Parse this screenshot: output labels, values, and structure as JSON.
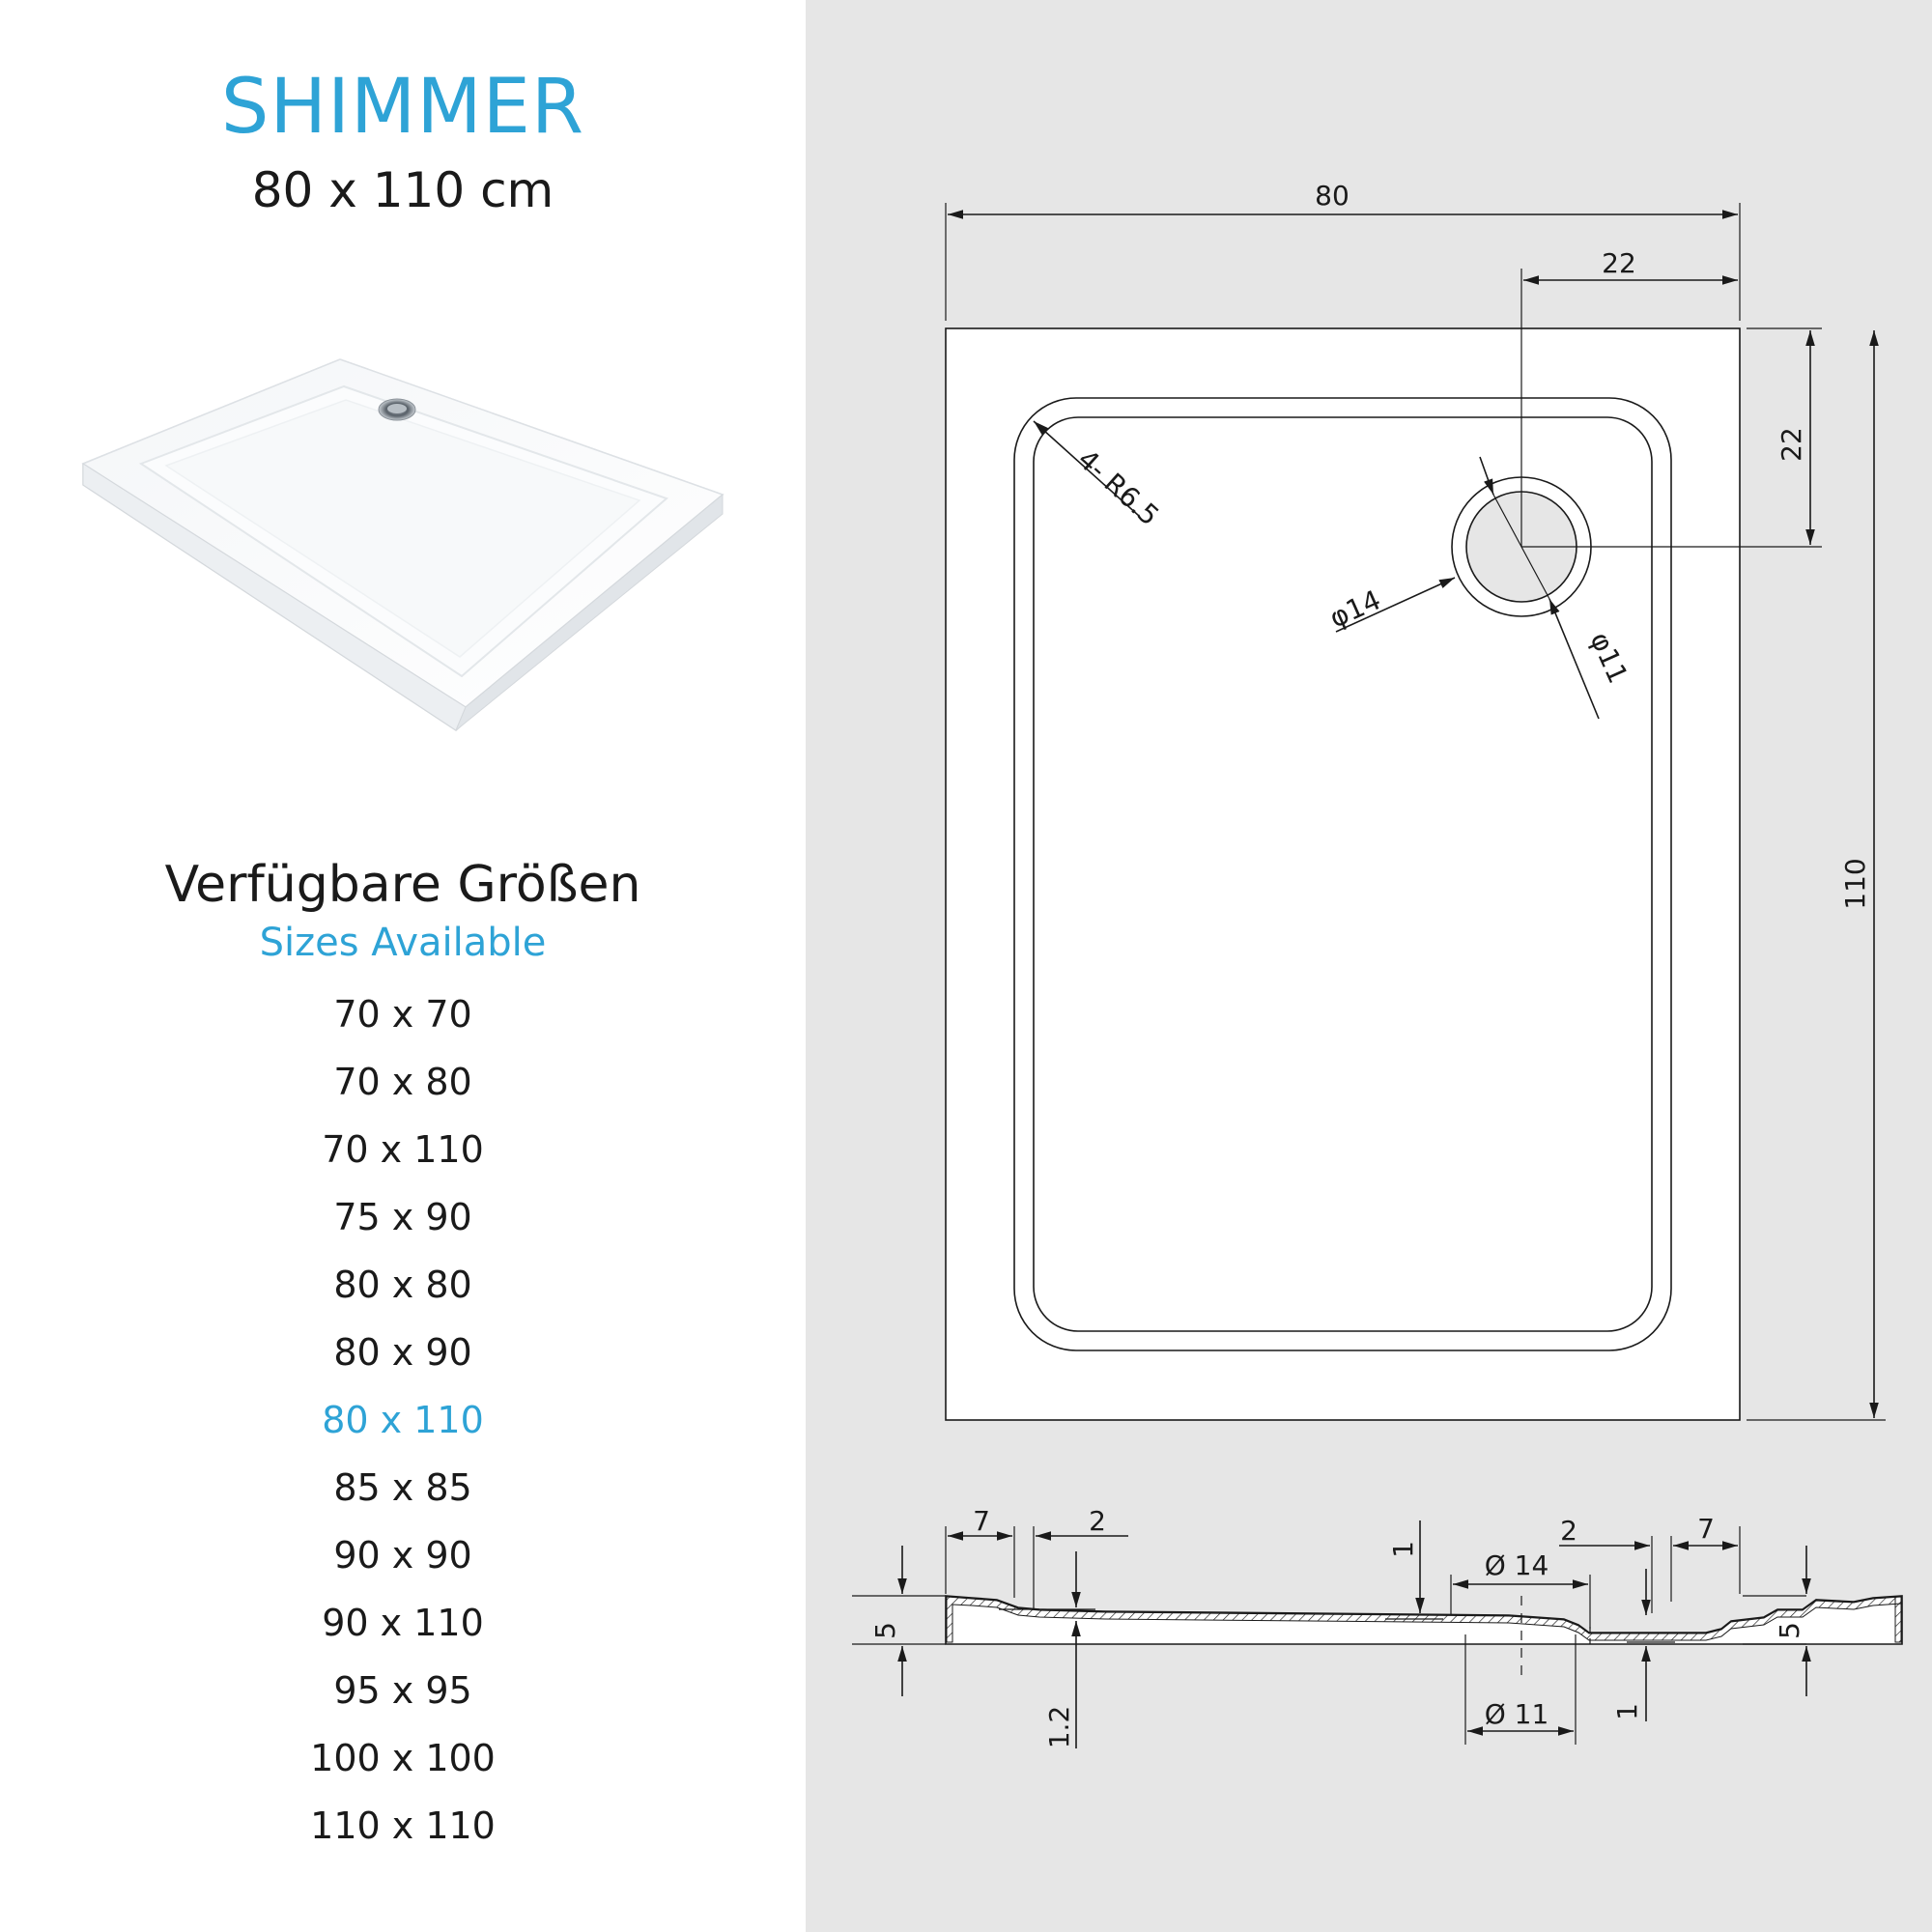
{
  "header": {
    "title": "SHIMMER",
    "subtitle": "80 x 110 cm"
  },
  "sizes": {
    "heading": "Verfügbare Größen",
    "subheading": "Sizes Available",
    "selected": "80 x 110",
    "items": [
      "70 x 70",
      "70 x 80",
      "70 x 110",
      "75 x 90",
      "80 x 80",
      "80 x 90",
      "80 x 110",
      "85 x 85",
      "90 x 90",
      "90 x 110",
      "95 x 95",
      "100 x 100",
      "110 x 110"
    ]
  },
  "top_view": {
    "width": "80",
    "drain_offset_x": "22",
    "drain_offset_y": "22",
    "length": "110",
    "corner_radius": "4- R6.5",
    "outer_diameter": "φ14",
    "inner_diameter": "φ11"
  },
  "section_view": {
    "rim_left": "7",
    "slope_left": "2",
    "height_left": "5",
    "base_thickness": "1.2",
    "step_drain": "1",
    "drain_outer": "Ø 14",
    "drain_inner": "Ø 11",
    "step_right": "1",
    "slope_right": "2",
    "rim_right": "7",
    "height_right": "5"
  },
  "colors": {
    "accent": "#2ea3d6",
    "text": "#1a1a1a",
    "panel": "#e6e6e6"
  }
}
